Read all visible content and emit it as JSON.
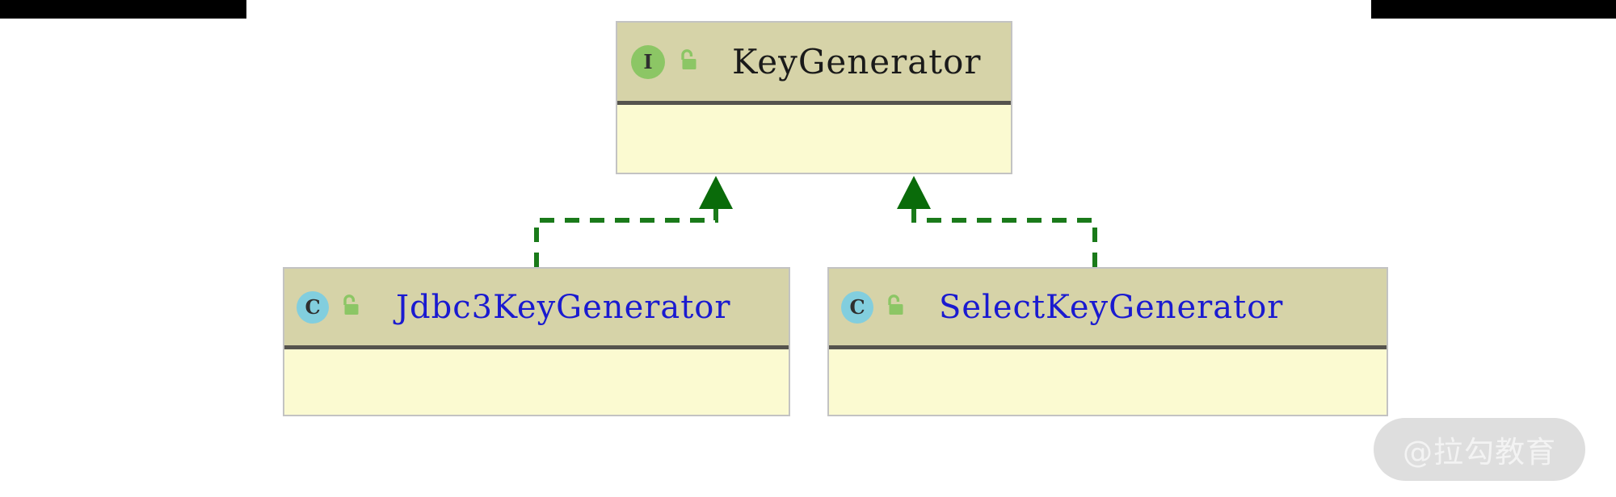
{
  "diagram": {
    "type": "uml-class-diagram",
    "background_color": "#ffffff",
    "header_color": "#d6d3a8",
    "body_color": "#fbfad1",
    "border_color": "#c3c3c3",
    "divider_color": "#55534d",
    "relation_color": "#1a7a1a",
    "interface_icon_color": "#8cc665",
    "class_icon_color": "#82cede",
    "lock_icon_color": "#8cc665",
    "interface_name_color": "#1a1a1a",
    "class_name_color": "#1a1ad0"
  },
  "nodes": {
    "interface": {
      "name": "KeyGenerator",
      "stereotype_letter": "I",
      "stereotype": "interface",
      "visibility_icon": "unlock-icon",
      "members": []
    },
    "subclasses": [
      {
        "name": "Jdbc3KeyGenerator",
        "stereotype_letter": "C",
        "stereotype": "class",
        "visibility_icon": "unlock-icon",
        "members": []
      },
      {
        "name": "SelectKeyGenerator",
        "stereotype_letter": "C",
        "stereotype": "class",
        "visibility_icon": "unlock-icon",
        "members": []
      }
    ]
  },
  "relations": [
    {
      "from": "Jdbc3KeyGenerator",
      "to": "KeyGenerator",
      "kind": "realization",
      "line": "dashed",
      "arrow": "filled-triangle"
    },
    {
      "from": "SelectKeyGenerator",
      "to": "KeyGenerator",
      "kind": "realization",
      "line": "dashed",
      "arrow": "filled-triangle"
    }
  ],
  "watermark": {
    "text": "@拉勾教育"
  }
}
